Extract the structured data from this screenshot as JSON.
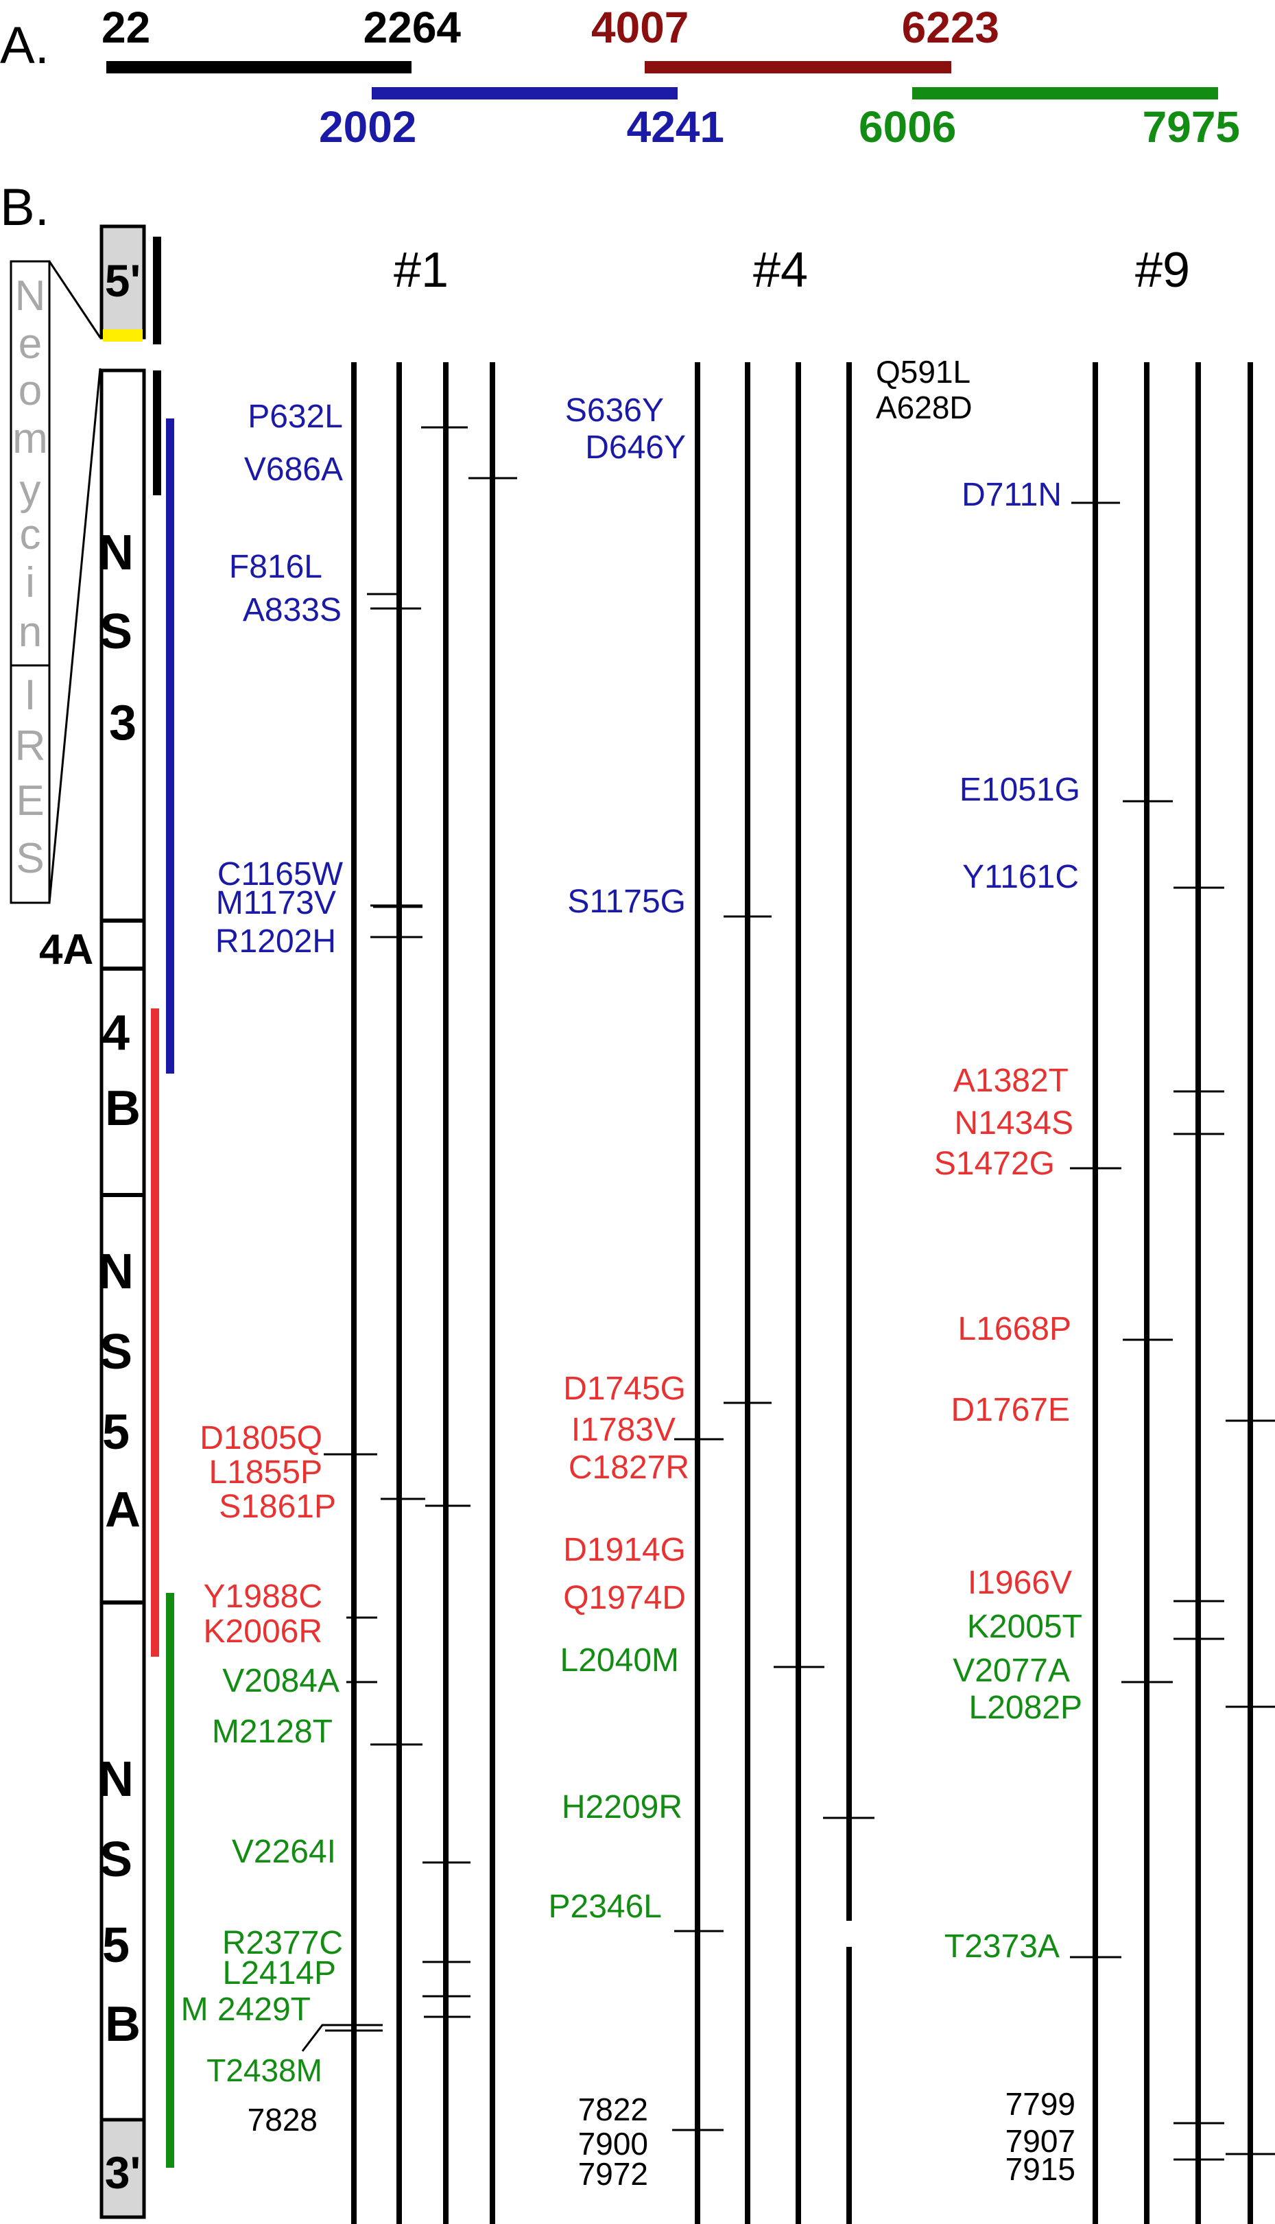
{
  "colors": {
    "ns3": "#1a1aa6",
    "ns4b_ns5a": "#e83232",
    "ns5b": "#138c13",
    "dark_red": "#8b0f0f",
    "ink": "#000000",
    "gray_label": "#a8a8a8",
    "utr_fill": "#d6d6d6",
    "yellow": "#ffee00"
  },
  "panel_a": {
    "label": "A.",
    "fragments": [
      {
        "start": "22",
        "end": "2264",
        "color": "#000000"
      },
      {
        "start": "2002",
        "end": "4241",
        "color": "#1a1aa6"
      },
      {
        "start": "4007",
        "end": "6223",
        "color": "#8b0f0f"
      },
      {
        "start": "6006",
        "end": "7975",
        "color": "#138c13"
      }
    ]
  },
  "panel_b": {
    "label": "B.",
    "insert_letters": [
      "N",
      "e",
      "o",
      "m",
      "y",
      "c",
      "i",
      "n",
      "I",
      "R",
      "E",
      "S"
    ],
    "segments": [
      {
        "text": "5'"
      },
      {
        "text": "N S 3"
      },
      {
        "text": "4A"
      },
      {
        "text": "4 B"
      },
      {
        "text": "N S 5 A"
      },
      {
        "text": "N S 5 B"
      },
      {
        "text": "3'"
      }
    ],
    "clones": [
      "#1",
      "#4",
      "#9"
    ],
    "mutations": [
      {
        "label": "P632L",
        "color": "#1a1aa6"
      },
      {
        "label": "V686A",
        "color": "#1a1aa6"
      },
      {
        "label": "F816L",
        "color": "#1a1aa6"
      },
      {
        "label": "A833S",
        "color": "#1a1aa6"
      },
      {
        "label": "C1165W",
        "color": "#1a1aa6"
      },
      {
        "label": "M1173V",
        "color": "#1a1aa6"
      },
      {
        "label": "R1202H",
        "color": "#1a1aa6"
      },
      {
        "label": "D1805Q",
        "color": "#e83232"
      },
      {
        "label": "L1855P",
        "color": "#e83232"
      },
      {
        "label": "S1861P",
        "color": "#e83232"
      },
      {
        "label": "Y1988C",
        "color": "#e83232"
      },
      {
        "label": "K2006R",
        "color": "#e83232"
      },
      {
        "label": "V2084A",
        "color": "#138c13"
      },
      {
        "label": "M2128T",
        "color": "#138c13"
      },
      {
        "label": "V2264I",
        "color": "#138c13"
      },
      {
        "label": "R2377C",
        "color": "#138c13"
      },
      {
        "label": "L2414P",
        "color": "#138c13"
      },
      {
        "label": "M 2429T",
        "color": "#138c13"
      },
      {
        "label": "T2438M",
        "color": "#138c13"
      },
      {
        "label": "7828",
        "color": "#000000"
      },
      {
        "label": "Q591L",
        "color": "#000000"
      },
      {
        "label": "A628D",
        "color": "#000000"
      },
      {
        "label": "S636Y",
        "color": "#1a1aa6"
      },
      {
        "label": "D646Y",
        "color": "#1a1aa6"
      },
      {
        "label": "S1175G",
        "color": "#1a1aa6"
      },
      {
        "label": "D1745G",
        "color": "#e83232"
      },
      {
        "label": "I1783V",
        "color": "#e83232"
      },
      {
        "label": "C1827R",
        "color": "#e83232"
      },
      {
        "label": "D1914G",
        "color": "#e83232"
      },
      {
        "label": "Q1974D",
        "color": "#e83232"
      },
      {
        "label": "L2040M",
        "color": "#138c13"
      },
      {
        "label": "H2209R",
        "color": "#138c13"
      },
      {
        "label": "P2346L",
        "color": "#138c13"
      },
      {
        "label": "7822",
        "color": "#000000"
      },
      {
        "label": "7900",
        "color": "#000000"
      },
      {
        "label": "7972",
        "color": "#000000"
      },
      {
        "label": "D711N",
        "color": "#1a1aa6"
      },
      {
        "label": "E1051G",
        "color": "#1a1aa6"
      },
      {
        "label": "Y1161C",
        "color": "#1a1aa6"
      },
      {
        "label": "A1382T",
        "color": "#e83232"
      },
      {
        "label": "N1434S",
        "color": "#e83232"
      },
      {
        "label": "S1472G",
        "color": "#e83232"
      },
      {
        "label": "L1668P",
        "color": "#e83232"
      },
      {
        "label": "D1767E",
        "color": "#e83232"
      },
      {
        "label": "I1966V",
        "color": "#e83232"
      },
      {
        "label": "K2005T",
        "color": "#138c13"
      },
      {
        "label": "V2077A",
        "color": "#138c13"
      },
      {
        "label": "L2082P",
        "color": "#138c13"
      },
      {
        "label": "T2373A",
        "color": "#138c13"
      },
      {
        "label": "7799",
        "color": "#000000"
      },
      {
        "label": "7907",
        "color": "#000000"
      },
      {
        "label": "7915",
        "color": "#000000"
      }
    ]
  }
}
